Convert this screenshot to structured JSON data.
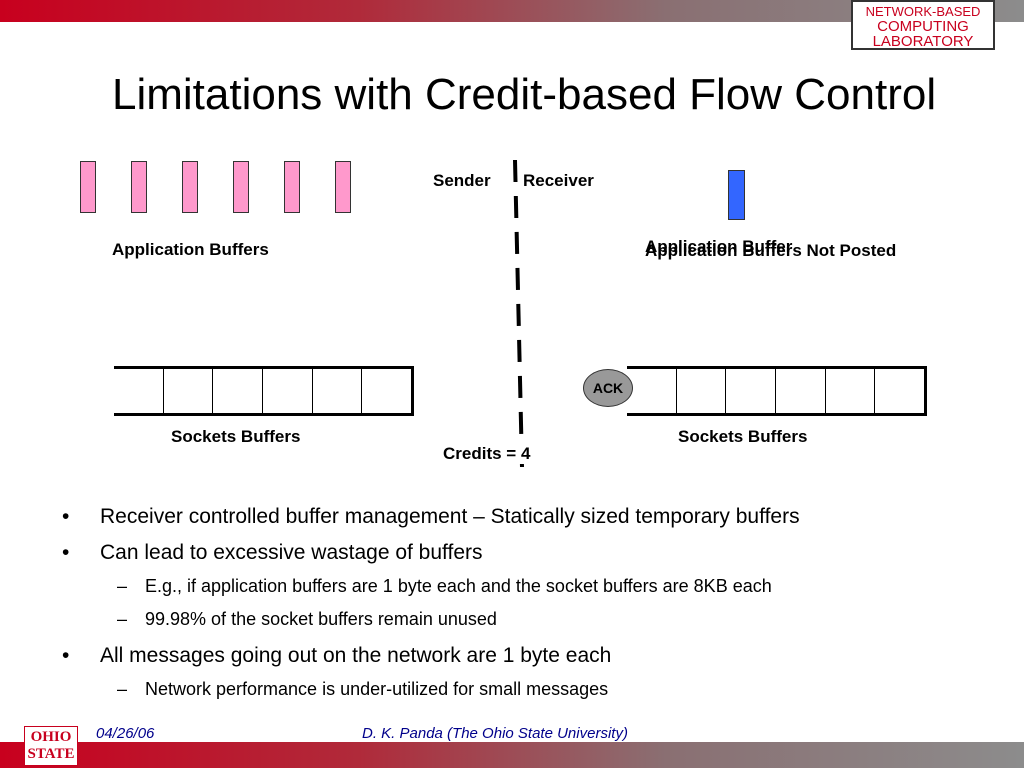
{
  "header": {
    "lab_logo": [
      "NETWORK-BASED",
      "COMPUTING",
      "LABORATORY"
    ],
    "title": "Limitations with Credit-based Flow Control"
  },
  "diagram": {
    "sender_label": "Sender",
    "receiver_label": "Receiver",
    "sender_app_label": "Application Buffers",
    "receiver_app_label_overlap": "Application Buffer",
    "receiver_app_label": "Application Buffers Not Posted",
    "sender_socket_label": "Sockets Buffers",
    "receiver_socket_label": "Sockets Buffers",
    "ack_label": "ACK",
    "credits_label": "Credits = 4",
    "sender_app_buffer_count": 6,
    "sender_socket_cells": 6,
    "receiver_socket_cells": 6,
    "colors": {
      "app_buffer": "#ff99cc",
      "receiver_buffer": "#3366ff",
      "ack": "#999999"
    }
  },
  "bullets": [
    {
      "level": 1,
      "marker": "•",
      "text": "Receiver controlled buffer management – Statically sized temporary buffers"
    },
    {
      "level": 1,
      "marker": "•",
      "text": "Can lead to excessive wastage of buffers"
    },
    {
      "level": 2,
      "marker": "–",
      "text": "E.g., if application buffers are 1 byte each and the socket buffers are 8KB each"
    },
    {
      "level": 2,
      "marker": "–",
      "text": "99.98% of the socket buffers remain unused"
    },
    {
      "level": 1,
      "marker": "•",
      "text": "All messages going out on the network are 1 byte each"
    },
    {
      "level": 2,
      "marker": "–",
      "text": "Network performance is under-utilized for small messages"
    }
  ],
  "footer": {
    "date": "04/26/06",
    "author": "D. K. Panda (The Ohio State University)",
    "osu_logo": [
      "OHIO",
      "STATE"
    ]
  },
  "theme": {
    "accent": "#c8001e",
    "footer_text": "#00008b"
  }
}
